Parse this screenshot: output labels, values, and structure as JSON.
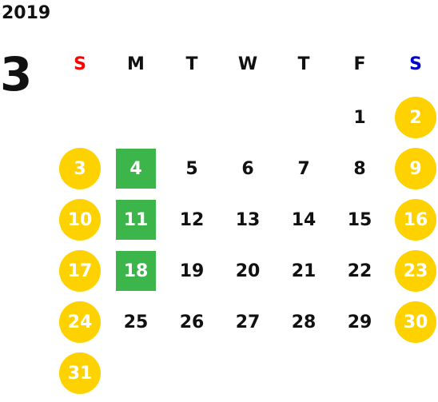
{
  "calendar": {
    "year": "2019",
    "month": "3",
    "weekday_headers": [
      "S",
      "M",
      "T",
      "W",
      "T",
      "F",
      "S"
    ],
    "weeks": [
      [
        {
          "day": "",
          "style": "none"
        },
        {
          "day": "",
          "style": "none"
        },
        {
          "day": "",
          "style": "none"
        },
        {
          "day": "",
          "style": "none"
        },
        {
          "day": "",
          "style": "none"
        },
        {
          "day": "1",
          "style": "plain"
        },
        {
          "day": "2",
          "style": "circle"
        }
      ],
      [
        {
          "day": "3",
          "style": "circle"
        },
        {
          "day": "4",
          "style": "square"
        },
        {
          "day": "5",
          "style": "plain"
        },
        {
          "day": "6",
          "style": "plain"
        },
        {
          "day": "7",
          "style": "plain"
        },
        {
          "day": "8",
          "style": "plain"
        },
        {
          "day": "9",
          "style": "circle"
        }
      ],
      [
        {
          "day": "10",
          "style": "circle"
        },
        {
          "day": "11",
          "style": "square"
        },
        {
          "day": "12",
          "style": "plain"
        },
        {
          "day": "13",
          "style": "plain"
        },
        {
          "day": "14",
          "style": "plain"
        },
        {
          "day": "15",
          "style": "plain"
        },
        {
          "day": "16",
          "style": "circle"
        }
      ],
      [
        {
          "day": "17",
          "style": "circle"
        },
        {
          "day": "18",
          "style": "square"
        },
        {
          "day": "19",
          "style": "plain"
        },
        {
          "day": "20",
          "style": "plain"
        },
        {
          "day": "21",
          "style": "plain"
        },
        {
          "day": "22",
          "style": "plain"
        },
        {
          "day": "23",
          "style": "circle"
        }
      ],
      [
        {
          "day": "24",
          "style": "circle"
        },
        {
          "day": "25",
          "style": "plain"
        },
        {
          "day": "26",
          "style": "plain"
        },
        {
          "day": "27",
          "style": "plain"
        },
        {
          "day": "28",
          "style": "plain"
        },
        {
          "day": "29",
          "style": "plain"
        },
        {
          "day": "30",
          "style": "circle"
        }
      ],
      [
        {
          "day": "31",
          "style": "circle"
        },
        {
          "day": "",
          "style": "none"
        },
        {
          "day": "",
          "style": "none"
        },
        {
          "day": "",
          "style": "none"
        },
        {
          "day": "",
          "style": "none"
        },
        {
          "day": "",
          "style": "none"
        },
        {
          "day": "",
          "style": "none"
        }
      ]
    ]
  },
  "colors": {
    "holiday_circle": "#fed201",
    "highlight_square": "#3cb54a",
    "sunday_header": "#ff0000",
    "saturday_header": "#0000cc",
    "text": "#111111"
  }
}
